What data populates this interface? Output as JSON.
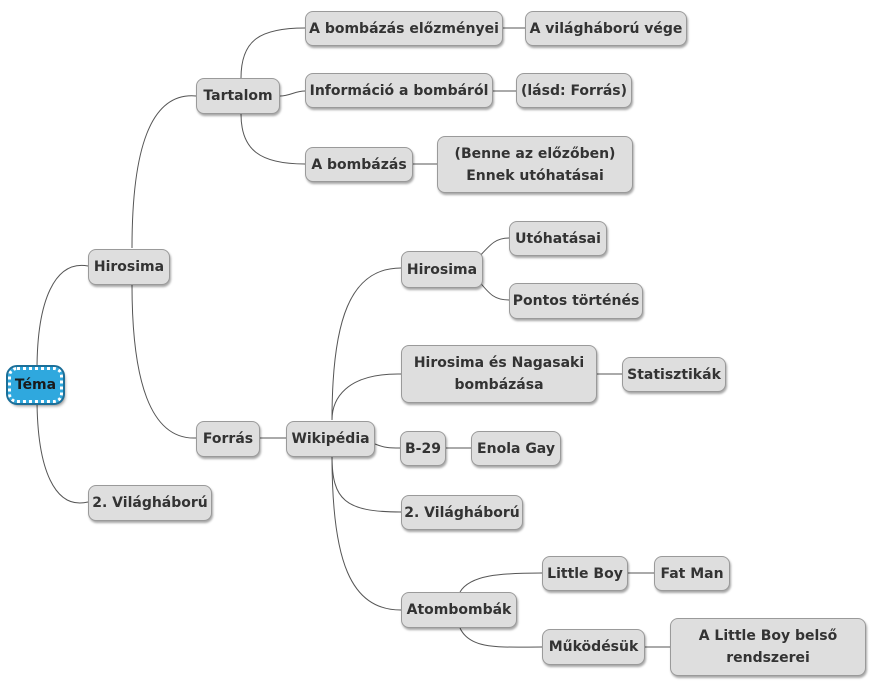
{
  "diagram": {
    "type": "mind-map",
    "colors": {
      "root_fill": "#2fa8de",
      "node_fill": "#dedede",
      "node_border": "#9a9a9a",
      "connector": "#555555",
      "text": "#333333"
    },
    "root": {
      "label": "Téma"
    },
    "nodes": {
      "hirosima": {
        "label": "Hirosima"
      },
      "vilaghaboru_main": {
        "label": "2. Világháború"
      },
      "tartalom": {
        "label": "Tartalom"
      },
      "forras": {
        "label": "Forrás"
      },
      "bombazas_elozmenyei": {
        "label": "A bombázás előzményei"
      },
      "vilaghaboru_vege": {
        "label": "A világháború vége"
      },
      "informacio_bombarol": {
        "label": "Információ a bombáról"
      },
      "lasd_forras": {
        "label": "(lásd: Forrás)"
      },
      "a_bombazas": {
        "label": "A bombázás"
      },
      "benne_az_elozoben": {
        "line1": "(Benne az előzőben)",
        "line2": "Ennek utóhatásai"
      },
      "wikipedia": {
        "label": "Wikipédia"
      },
      "wiki_hirosima": {
        "label": "Hirosima"
      },
      "utohatasai": {
        "label": "Utóhatásai"
      },
      "pontos_tortenes": {
        "label": "Pontos történés"
      },
      "hirosima_nagasaki": {
        "line1": "Hirosima és Nagasaki",
        "line2": "bombázása"
      },
      "statisztikak": {
        "label": "Statisztikák"
      },
      "b29": {
        "label": "B-29"
      },
      "enola_gay": {
        "label": "Enola Gay"
      },
      "wiki_vilaghaboru": {
        "label": "2. Világháború"
      },
      "atombombak": {
        "label": "Atombombák"
      },
      "little_boy": {
        "label": "Little Boy"
      },
      "fat_man": {
        "label": "Fat Man"
      },
      "mukodesuk": {
        "label": "Működésük"
      },
      "little_boy_belso": {
        "line1": "A Little Boy belső",
        "line2": "rendszerei"
      }
    }
  }
}
